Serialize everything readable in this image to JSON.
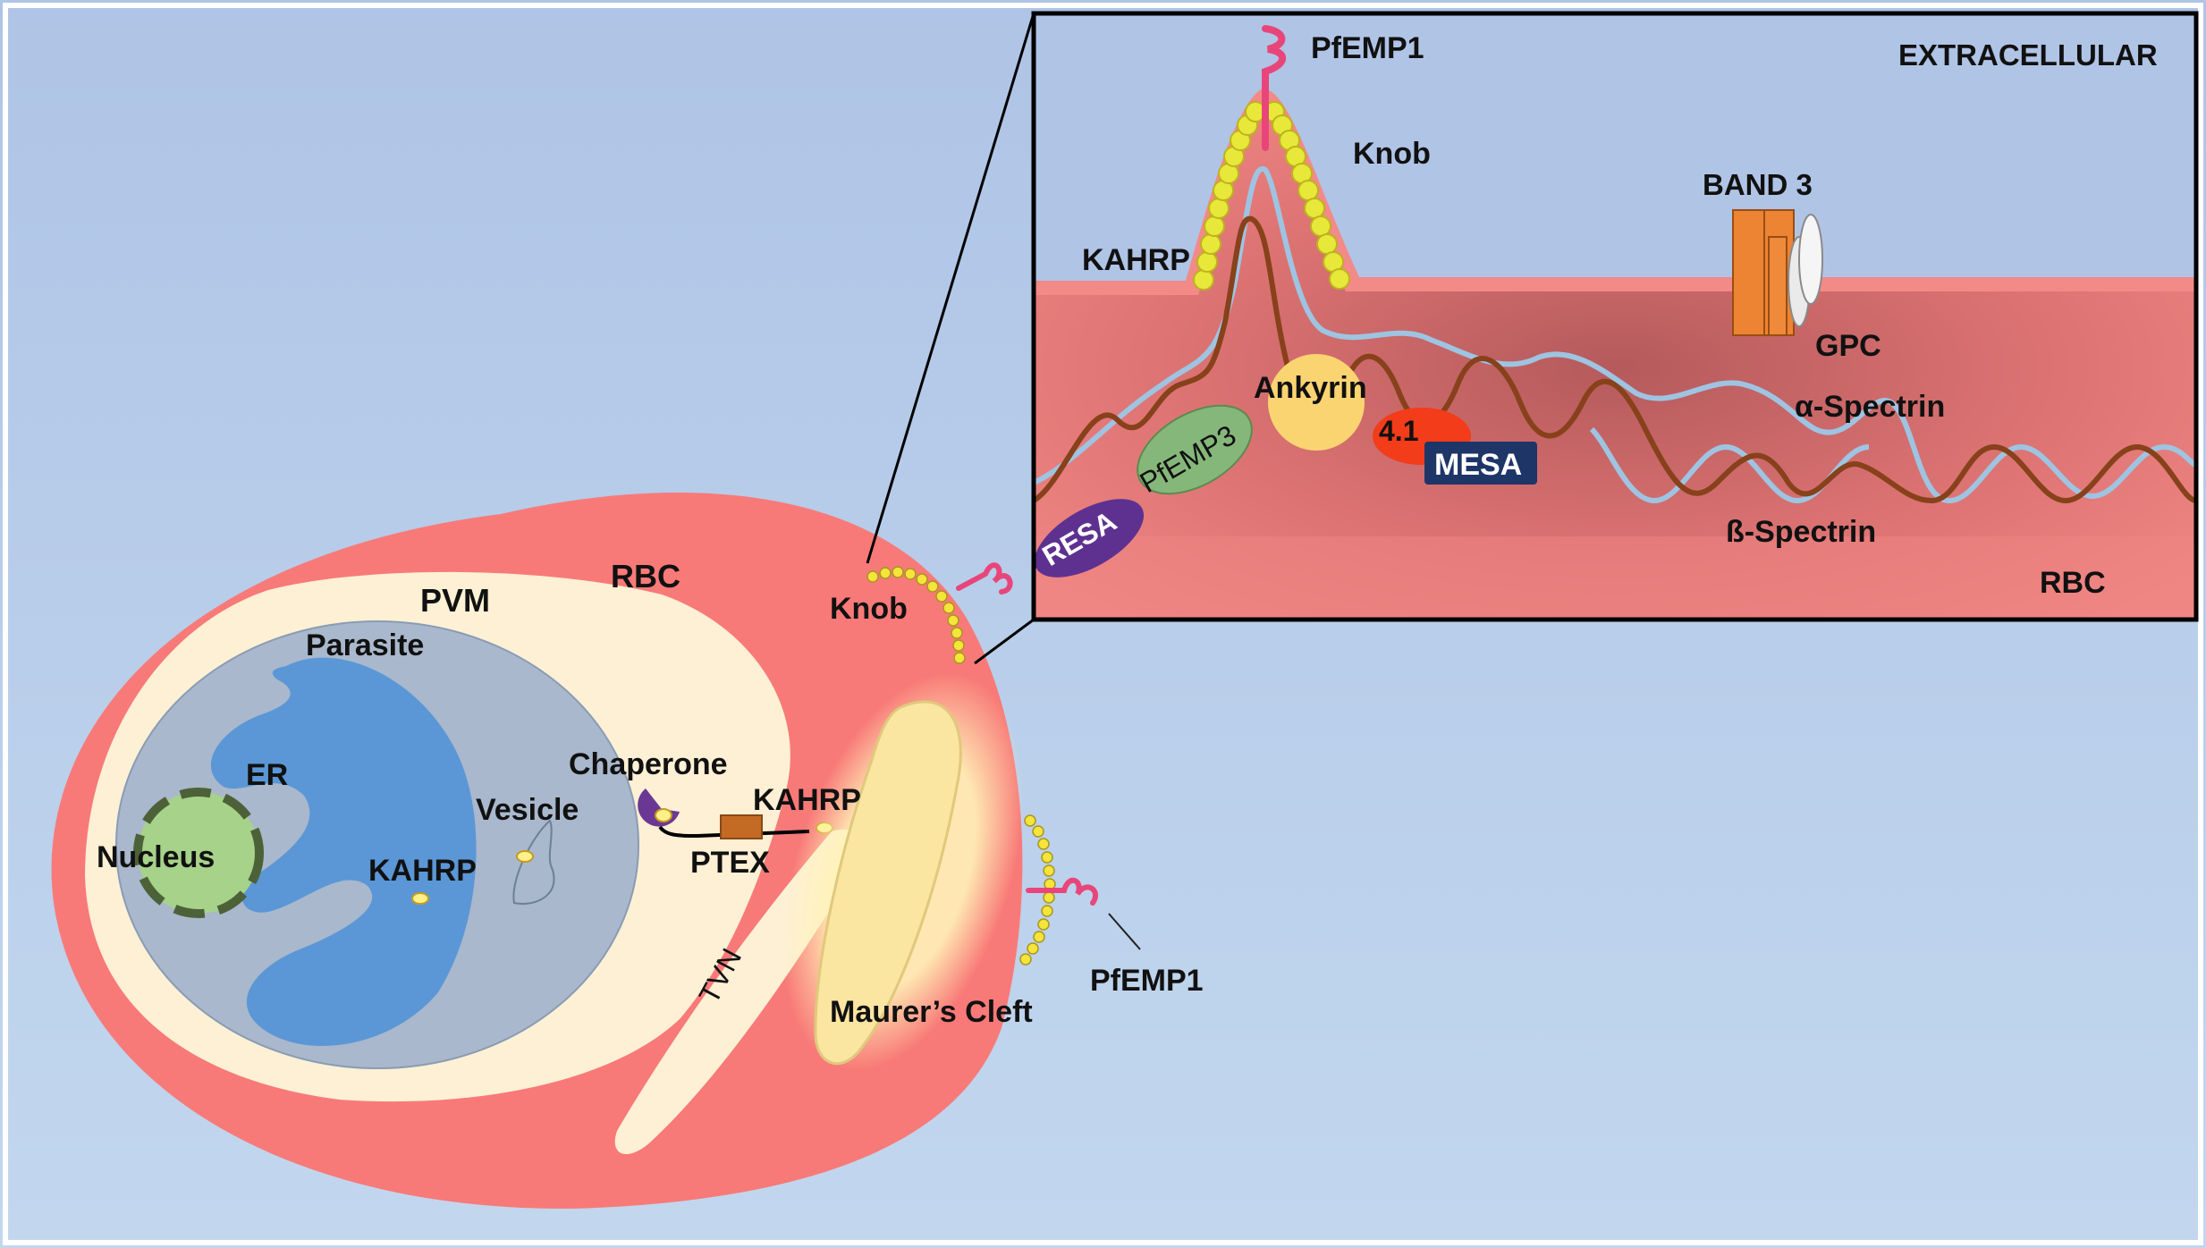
{
  "labels": {
    "rbc": "RBC",
    "pvm": "PVM",
    "parasite": "Parasite",
    "er": "ER",
    "nucleus": "Nucleus",
    "vesicle": "Vesicle",
    "kahrp_er": "KAHRP",
    "chaperone": "Chaperone",
    "kahrp_ptex": "KAHRP",
    "ptex": "PTEX",
    "tvn": "TVN",
    "maurers_cleft": "Maurer’s Cleft",
    "knob": "Knob",
    "pfemp1": "PfEMP1"
  },
  "inset": {
    "extracellular": "EXTRACELLULAR",
    "pfemp1": "PfEMP1",
    "knob": "Knob",
    "kahrp": "KAHRP",
    "band3": "BAND 3",
    "gpc": "GPC",
    "ankyrin": "Ankyrin",
    "protein41": "4.1",
    "mesa": "MESA",
    "alpha_spectrin": "α-Spectrin",
    "beta_spectrin": "ß-Spectrin",
    "pfemp3": "PfEMP3",
    "resa": "RESA",
    "rbc": "RBC"
  },
  "colors": {
    "background_top": "#afc4e6",
    "background_bottom": "#bcd3ec",
    "rbc": "#f87a78",
    "pvm": "#fdf0d4",
    "parasite": "#a9b8cc",
    "er": "#5b97d6",
    "nucleus": "#a6d28a",
    "knob_bead": "#e8e83a",
    "pfemp1": "#e8467a",
    "band3": "#ed8434",
    "ankyrin": "#fbd472",
    "protein41": "#f23c1a",
    "mesa": "#1e3568",
    "pfemp3": "#86b77a",
    "resa": "#5e3191",
    "alpha_spectrin": "#87411b",
    "beta_spectrin": "#9ec4e2",
    "ptex": "#c36a25",
    "chaperone": "#6a3894"
  }
}
